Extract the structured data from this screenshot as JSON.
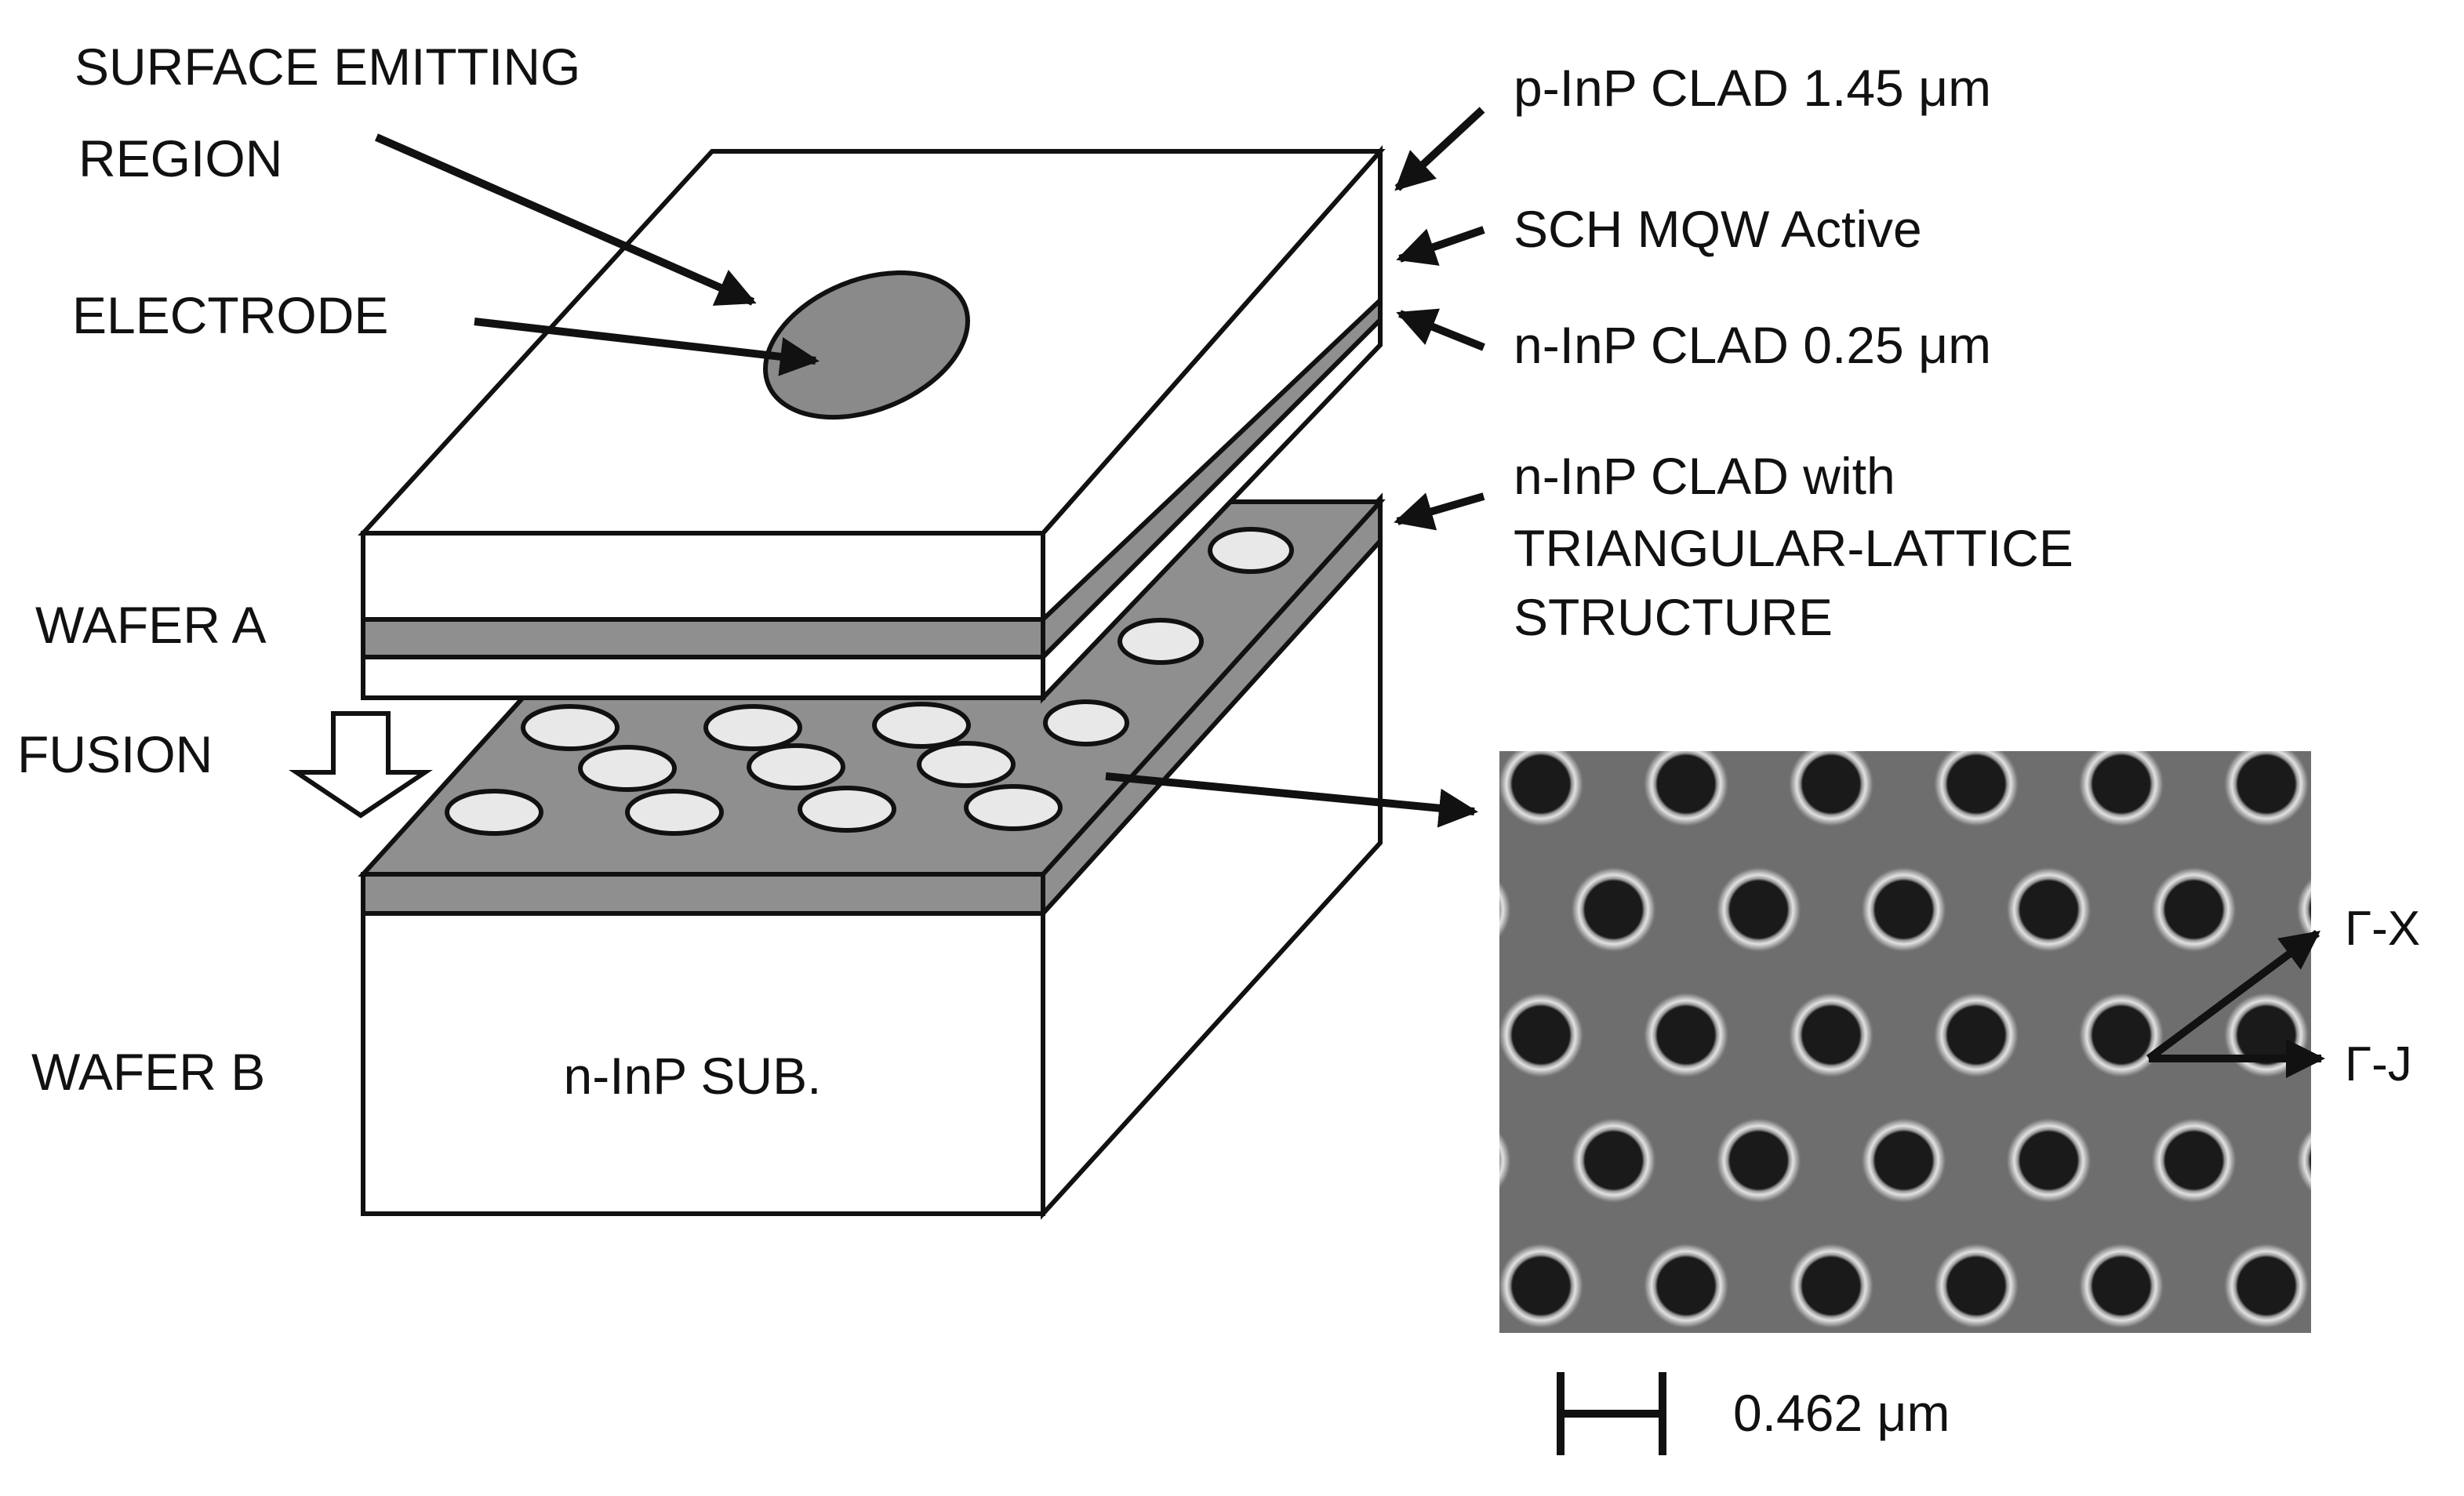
{
  "labels": {
    "surface_emitting_line1": "SURFACE EMITTING",
    "surface_emitting_line2": "REGION",
    "electrode": "ELECTRODE",
    "wafer_a": "WAFER A",
    "fusion": "FUSION",
    "wafer_b": "WAFER B",
    "substrate": "n-InP SUB.",
    "p_clad": "p-InP CLAD 1.45 μm",
    "sch_mqw": "SCH MQW Active",
    "n_clad": "n-InP CLAD 0.25 μm",
    "lattice_line1": "n-InP CLAD with",
    "lattice_line2": "TRIANGULAR-LATTICE",
    "lattice_line3": "STRUCTURE",
    "gamma_x": "Γ-X",
    "gamma_j": "Γ-J",
    "scale_bar": "0.462 μm"
  },
  "colors": {
    "layer_gray": "#8f8f8f",
    "electrode_gray": "#8a8a8a",
    "micrograph_bg": "#6e6e6e",
    "hole_dark": "#161616",
    "hole_rim": "#d8d8d8"
  }
}
